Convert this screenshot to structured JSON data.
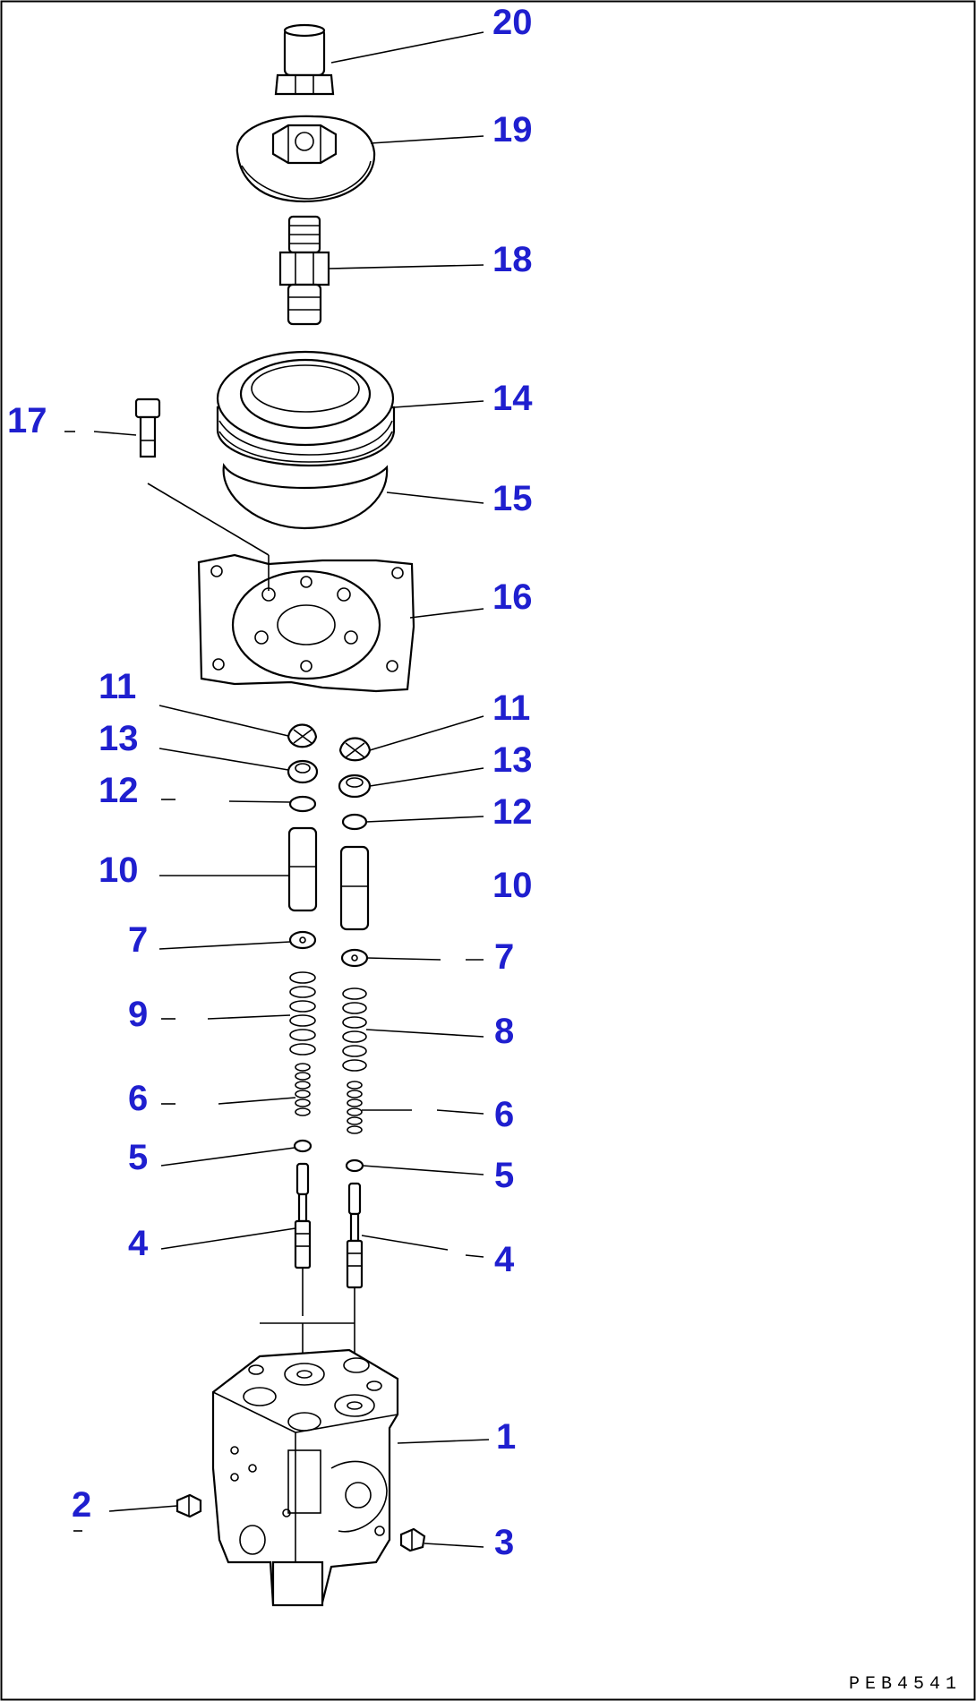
{
  "diagram": {
    "drawing_code": "PEB4541",
    "callouts": [
      "20",
      "19",
      "18",
      "14",
      "17",
      "15",
      "16",
      "11",
      "13",
      "12",
      "10",
      "7",
      "9",
      "6",
      "5",
      "4",
      "11",
      "13",
      "12",
      "10",
      "7",
      "8",
      "6",
      "5",
      "4",
      "1",
      "2",
      "3"
    ]
  },
  "colors": {
    "callout_text": "#1f1fcf",
    "line_art": "#000000",
    "background": "#ffffff"
  }
}
